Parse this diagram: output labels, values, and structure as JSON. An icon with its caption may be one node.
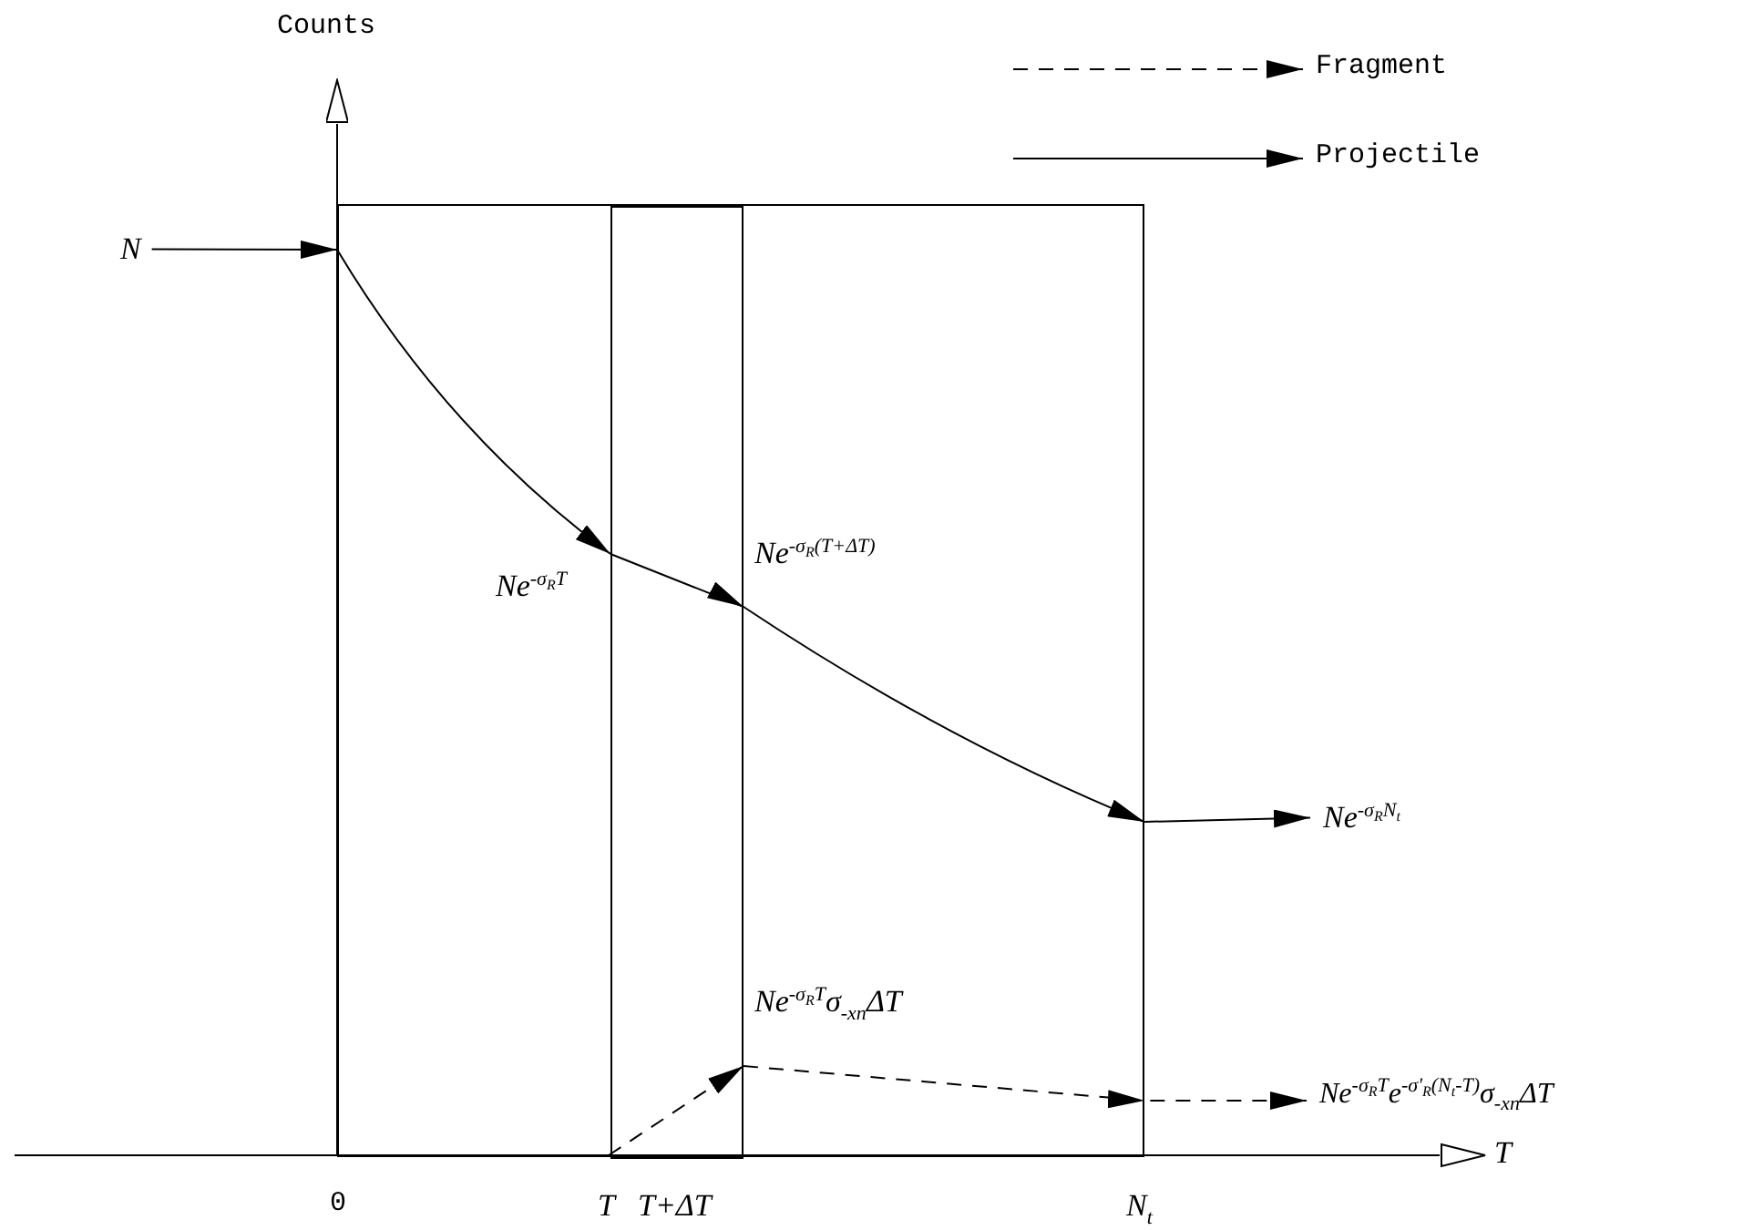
{
  "diagram": {
    "nodes": [
      {
        "text": [
          "N"
        ]
      },
      {
        "text": [],
        "shape": "box"
      },
      {
        "text": [],
        "shape": "box",
        "in": 1
      },
      {
        "text": [
          "Ne$^{-σ}$$_{R}$$^{N}$$_{t}$"
        ]
      },
      {
        "text": [
          "Ne$^{-σ}$$_{R}$$^{T}$e$^{-σ'}$$_{R}$$^{(N}$$_{t}$$^{-T)}$σ$_{-xn}$ΔT"
        ]
      }
    ],
    "edges": [
      {
        "from": 0,
        "to": 1,
        "arrow": "to"
      },
      {
        "from": 1,
        "to": 2,
        "arrow": "to"
      },
      {
        "from": 2,
        "to": 1,
        "arrow": "to"
      },
      {
        "from": 1,
        "to": 3,
        "arrow": "to"
      },
      {
        "from": null,
        "to": 2,
        "arrow": "to",
        "style": "dashed"
      },
      {
        "from": 2,
        "to": 4,
        "arrow": "to",
        "style": "dashed"
      }
    ],
    "labels": [
      "Counts",
      "Ne$^{-σ}$$_{R}$$^{T}$",
      "Ne$^{-σ}$$_{R}$$^{(T+ΔT)}$",
      "Ne$^{-σ}$$_{R}$$^{T}$σ$_{-xn}$ΔT",
      "T",
      "0",
      "T",
      "T+ΔT",
      "N$_{t}$"
    ],
    "legend": [
      {
        "text": "Fragment"
      },
      {
        "text": "Projectile"
      }
    ]
  }
}
